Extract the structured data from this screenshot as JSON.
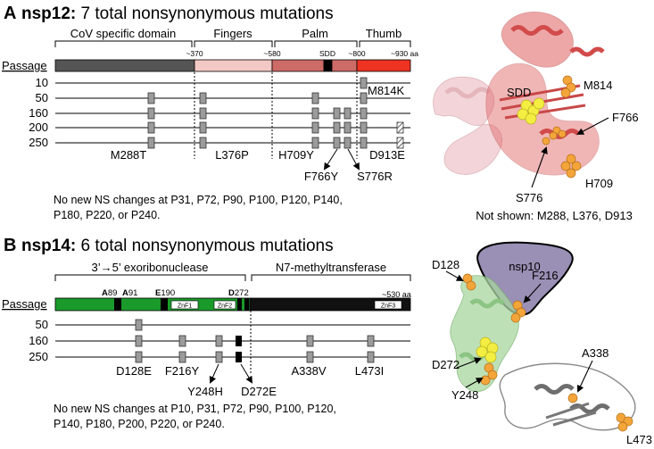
{
  "colors": {
    "cov_domain": "#555555",
    "fingers": "#f2c9c4",
    "palm": "#cd6b67",
    "thumb": "#ee3322",
    "exon": "#1a9a2a",
    "n7": "#111111",
    "nsp10": "#9a8fb5",
    "mutation_box": "#9b9b9b",
    "sphere_orange": "#f4a53a",
    "sphere_yellow": "#f4ee42",
    "ribbon_red": "#e06060",
    "ribbon_pink": "#efc8cd",
    "ribbon_green": "#a9d6a0",
    "ribbon_gray": "#8a8a8a"
  },
  "panelA": {
    "letter": "A",
    "title_bold": "nsp12:",
    "title_rest": " 7 total nonsynonymous mutations",
    "domains": [
      "CoV specific domain",
      "Fingers",
      "Palm",
      "Thumb"
    ],
    "boundaries": [
      "~370",
      "~580",
      "SDD",
      "~800",
      "~930 aa"
    ],
    "passage_label": "Passage",
    "rows": [
      "10",
      "50",
      "160",
      "200",
      "250"
    ],
    "mutation_labels": [
      "M814K",
      "M288T",
      "L376P",
      "H709Y",
      "D913E",
      "F766Y",
      "S776R"
    ],
    "note_line1": "No new NS changes at P31, P72, P90, P100, P120, P140,",
    "note_line2": "P180, P220, or P240.",
    "structure_labels": [
      "SDD",
      "M814",
      "F766",
      "S776",
      "H709"
    ],
    "not_shown": "Not shown: M288, L376, D913"
  },
  "panelB": {
    "letter": "B",
    "title_bold": "nsp14:",
    "title_rest": " 6 total nonsynonymous mutations",
    "domains": [
      "3’→5’ exoribonuclease",
      "N7-methyltransferase"
    ],
    "end_label": "~530 aa",
    "motif_labels": [
      {
        "bold": "A",
        "rest": "89 "
      },
      {
        "bold": "A",
        "rest": "91"
      },
      {
        "bold": "E",
        "rest": "190"
      },
      {
        "bold": "D",
        "rest": "272"
      }
    ],
    "zinc_fingers": [
      "ZnF1",
      "ZnF2",
      "ZnF3"
    ],
    "passage_label": "Passage",
    "rows": [
      "50",
      "160",
      "250"
    ],
    "mutation_labels": [
      "D128E",
      "F216Y",
      "A338V",
      "L473I",
      "Y248H",
      "D272E"
    ],
    "note_line1": "No new NS changes at P10, P31, P72, P90, P100, P120,",
    "note_line2": "P140, P180, P200, P220, or P240.",
    "structure_labels": [
      "D128",
      "nsp10",
      "F216",
      "A338",
      "D272",
      "Y248",
      "L473"
    ]
  }
}
